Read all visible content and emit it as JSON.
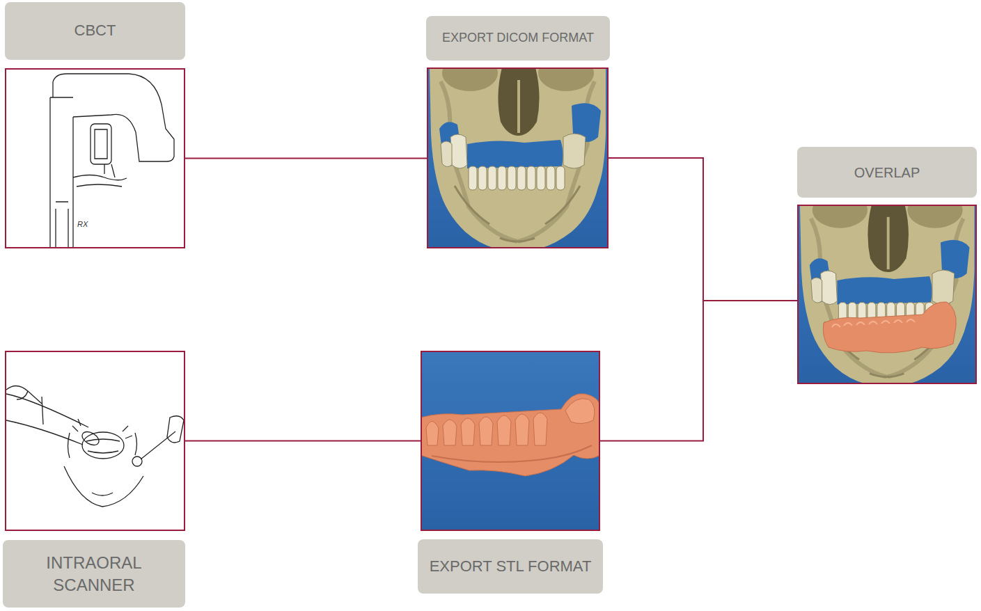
{
  "diagram": {
    "nodes": [
      {
        "text": [
          "CBCT"
        ]
      },
      {
        "text": [
          "EXPORT DICOM FORMAT"
        ]
      },
      {
        "text": [
          "OVERLAP"
        ]
      },
      {
        "text": [
          "INTRAORAL SCANNER"
        ]
      },
      {
        "text": [
          "EXPORT STL FORMAT"
        ]
      }
    ],
    "edges": [
      {
        "from": 0,
        "to": 1,
        "arrow": "none"
      },
      {
        "from": 3,
        "to": 4,
        "arrow": "none"
      },
      {
        "from": 1,
        "to": 2,
        "arrow": "none"
      },
      {
        "from": 4,
        "to": 2,
        "arrow": "none"
      }
    ],
    "labels": [
      "RX"
    ]
  }
}
